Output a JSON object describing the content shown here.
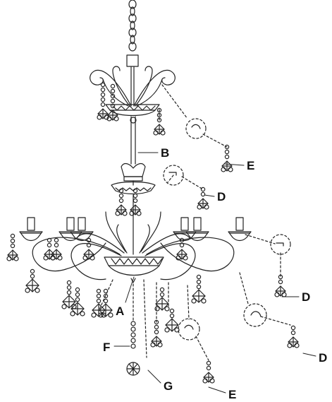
{
  "diagram": {
    "stroke_color": "#222222",
    "background": "#ffffff",
    "callouts": {
      "A": "A",
      "B": "B",
      "D": "D",
      "E": "E",
      "F": "F",
      "G": "G"
    }
  }
}
